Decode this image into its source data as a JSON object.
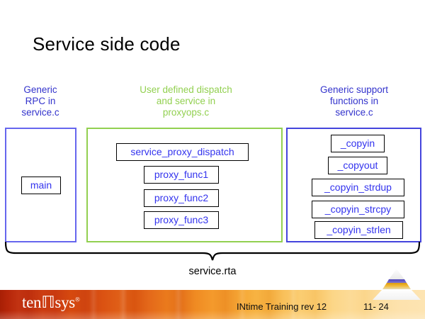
{
  "slide": {
    "title": "Service side code",
    "caption": "service.rta"
  },
  "columns": [
    {
      "id": "left",
      "header": "Generic\nRPC in\nservice.c",
      "header_lines": [
        "Generic",
        "RPC in",
        "service.c"
      ],
      "header_color": "#3333cc",
      "border_color": "#6666ee",
      "items": [
        "main"
      ]
    },
    {
      "id": "middle",
      "header": "User defined dispatch\nand service in\nproxyops.c",
      "header_lines": [
        "User defined dispatch",
        "and service in",
        "proxyops.c"
      ],
      "header_color": "#92d050",
      "border_color": "#92d050",
      "items": [
        "service_proxy_dispatch",
        "proxy_func1",
        "proxy_func2",
        "proxy_func3"
      ]
    },
    {
      "id": "right",
      "header": "Generic support\nfunctions in\nservice.c",
      "header_lines": [
        "Generic support",
        "functions in",
        "service.c"
      ],
      "header_color": "#3333cc",
      "border_color": "#4444dd",
      "items": [
        "_copyin",
        "_copyout",
        "_copyin_strdup",
        "_copyin_strcpy",
        "_copyin_strlen"
      ]
    }
  ],
  "footer": {
    "logo_text": "ten",
    "logo_text2": "sys",
    "logo_full": "tenAsys",
    "trademark": "®",
    "course": "INtime Training  rev 12",
    "page": "11- 24",
    "pyramid_colors": {
      "band_blue": "#5b52c4",
      "band_gold": "#e8a712",
      "base_white": "#f4f4f4"
    }
  },
  "colors": {
    "text_blue": "#3333ee",
    "green": "#92d050",
    "title_black": "#000000"
  }
}
